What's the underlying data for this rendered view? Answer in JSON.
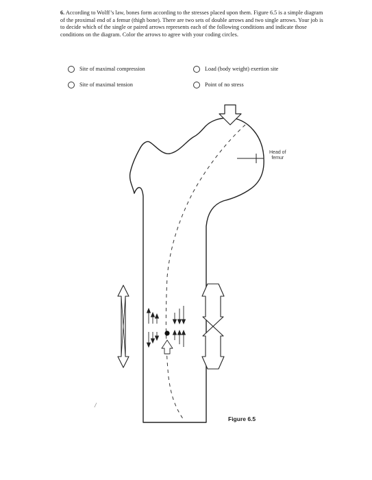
{
  "question": {
    "number": "6.",
    "text": "According to Wolff’s law, bones form according to the stresses placed upon them. Figure 6.5 is a simple diagram of the proximal end of a femur (thigh bone). There are two sets of double arrows and two single arrows. Your job is to decide which of the single or paired arrows represents each of the following conditions and indicate those conditions on the diagram. Color the arrows to agree with your coding circles."
  },
  "legend": [
    "Site of maximal compression",
    "Load (body weight) exertion site",
    "Site of maximal tension",
    "Point of no stress"
  ],
  "figure": {
    "head_label_line1": "Head of",
    "head_label_line2": "femur",
    "caption": "Figure 6.5",
    "stray_mark": "/"
  }
}
